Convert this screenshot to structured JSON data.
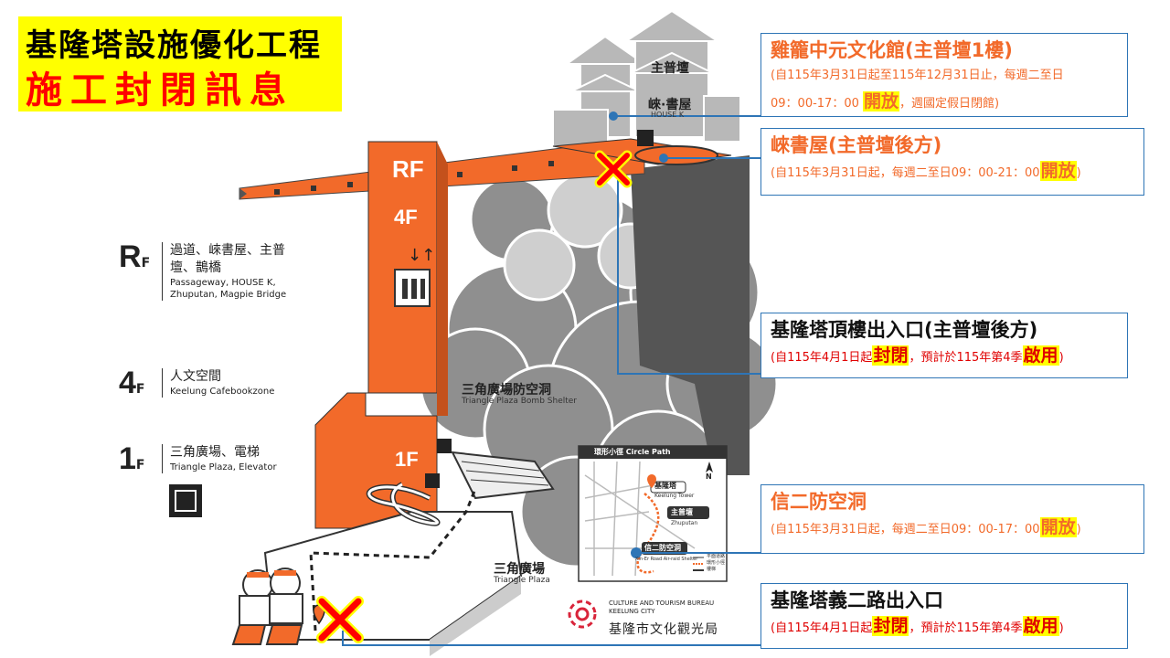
{
  "title": {
    "line1": "基隆塔設施優化工程",
    "line2": "施工封閉訊息"
  },
  "diagram_labels": {
    "zhuputan": "主普壇",
    "house_k": "崍·書屋",
    "house_k_en": "HOUSE K",
    "bomb_shelter": "三角廣場防空洞",
    "bomb_shelter_en": "Triangle Plaza Bomb Shelter",
    "triangle_plaza": "三角廣場",
    "triangle_plaza_en": "Triangle Plaza",
    "tower_rf": "RF",
    "tower_4f": "4F",
    "tower_1f": "1F"
  },
  "floors": [
    {
      "num": "R",
      "sub": "F",
      "zh": "過道、崍書屋、主普壇、鵲橋",
      "en": "Passageway, HOUSE K, Zhuputan, Magpie Bridge"
    },
    {
      "num": "4",
      "sub": "F",
      "zh": "人文空間",
      "en": "Keelung Cafebookzone"
    },
    {
      "num": "1",
      "sub": "F",
      "zh": "三角廣場、電梯",
      "en": "Triangle Plaza, Elevator"
    }
  ],
  "map": {
    "header": "環形小徑",
    "header_en": "Circle Path",
    "label_tower": "基隆塔",
    "label_tower_en": "Keelung Tower",
    "label_zhuputan": "主普壇",
    "label_zhuputan_en": "Zhuputan",
    "label_shelter": "信二防空洞",
    "label_shelter_en": "Xin-Er Road Air-raid Shelter",
    "legend": [
      "平面道路",
      "環形小徑",
      "樓梯"
    ],
    "north": "N"
  },
  "bureau": {
    "en1": "CULTURE AND TOURISM BUREAU",
    "en2": "KEELUNG CITY",
    "zh": "基隆市文化觀光局"
  },
  "notices": [
    {
      "title": "雞籠中元文化館(主普壇1樓)",
      "line1": "(自115年3月31日起至115年12月31日止，每週二至日",
      "line2a": "09：00-17：00 ",
      "status": "開放",
      "line2b": "，週國定假日閉館)"
    },
    {
      "title": "崍書屋(主普壇後方)",
      "line1a": "(自115年3月31日起，每週二至日09：00-21：00",
      "status": "開放",
      "line1b": ")"
    },
    {
      "title": "基隆塔頂樓出入口(主普壇後方)",
      "d1": "(自115年4月1日起",
      "status1": "封閉",
      "d2": "，預計於115年第4季",
      "status2": "啟用",
      "d3": ")"
    },
    {
      "title": "信二防空洞",
      "line1a": "(自115年3月31日起，每週二至日09：00-17：00",
      "status": "開放",
      "line1b": ")"
    },
    {
      "title": "基隆塔義二路出入口",
      "d1": "(自115年4月1日起",
      "status1": "封閉",
      "d2": "，預計於115年第4季",
      "status2": "啟用",
      "d3": ")"
    }
  ],
  "colors": {
    "tower_orange": "#f26a2a",
    "tree_gray": "#8a8a8a",
    "title_yellow": "#ffff00",
    "closed_red": "#ff0000",
    "connector_blue": "#2e75b6"
  }
}
